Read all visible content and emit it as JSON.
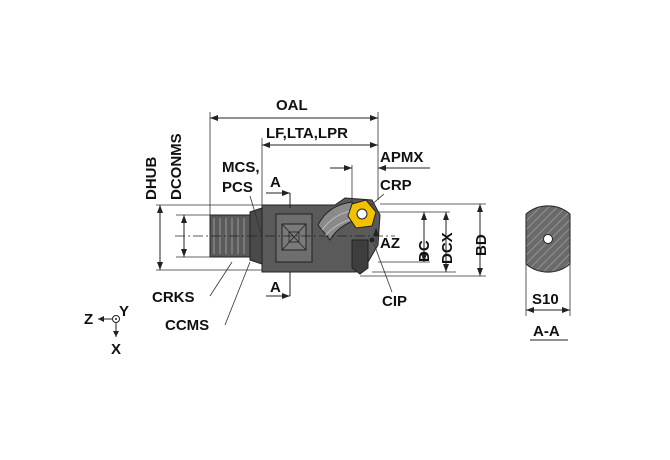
{
  "labels": {
    "oal": "OAL",
    "lf": "LF,LTA,LPR",
    "apmx": "APMX",
    "mcs": "MCS,",
    "pcs": "PCS",
    "crp": "CRP",
    "az": "AZ",
    "dc": "DC",
    "dcx": "DCX",
    "bd": "BD",
    "dhub": "DHUB",
    "dconms": "DCONMS",
    "crks": "CRKS",
    "ccms": "CCMS",
    "cip": "CIP",
    "section_a_top": "A",
    "section_a_bottom": "A",
    "s10": "S10",
    "section": "A-A"
  },
  "axes": {
    "z": "Z",
    "y": "Y",
    "x": "X"
  },
  "colors": {
    "body": "#5a5a5a",
    "body_dark": "#3e3e3e",
    "body_light": "#9a9a9a",
    "insert": "#f2c200",
    "line": "#222222",
    "hatch": "#777777"
  }
}
